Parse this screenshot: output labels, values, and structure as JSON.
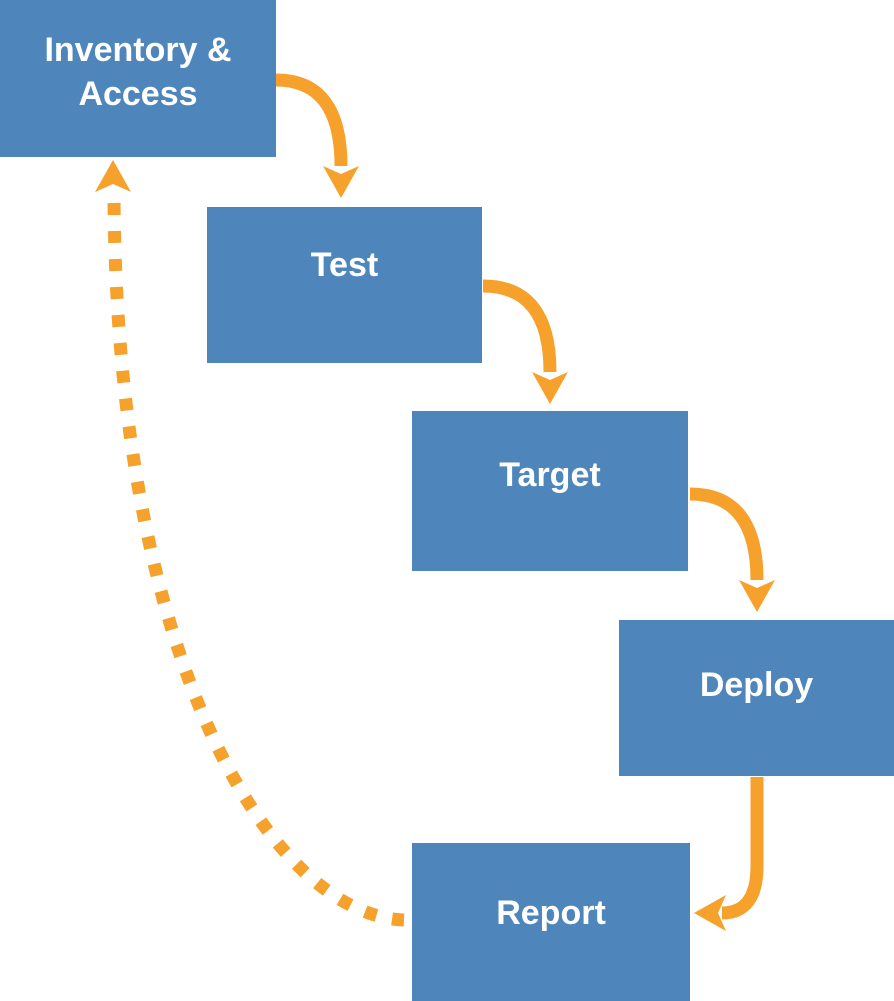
{
  "colors": {
    "node_fill": "#4E86BC",
    "node_text": "#FFFFFF",
    "arrow": "#F5A12C"
  },
  "diagram": {
    "type": "cyclic-flowchart",
    "nodes": [
      {
        "id": "inventory",
        "label": "Inventory & Access"
      },
      {
        "id": "test",
        "label": "Test"
      },
      {
        "id": "target",
        "label": "Target"
      },
      {
        "id": "deploy",
        "label": "Deploy"
      },
      {
        "id": "report",
        "label": "Report"
      }
    ],
    "edges": [
      {
        "from": "inventory",
        "to": "test",
        "style": "solid"
      },
      {
        "from": "test",
        "to": "target",
        "style": "solid"
      },
      {
        "from": "target",
        "to": "deploy",
        "style": "solid"
      },
      {
        "from": "deploy",
        "to": "report",
        "style": "solid"
      },
      {
        "from": "report",
        "to": "inventory",
        "style": "dashed"
      }
    ]
  }
}
